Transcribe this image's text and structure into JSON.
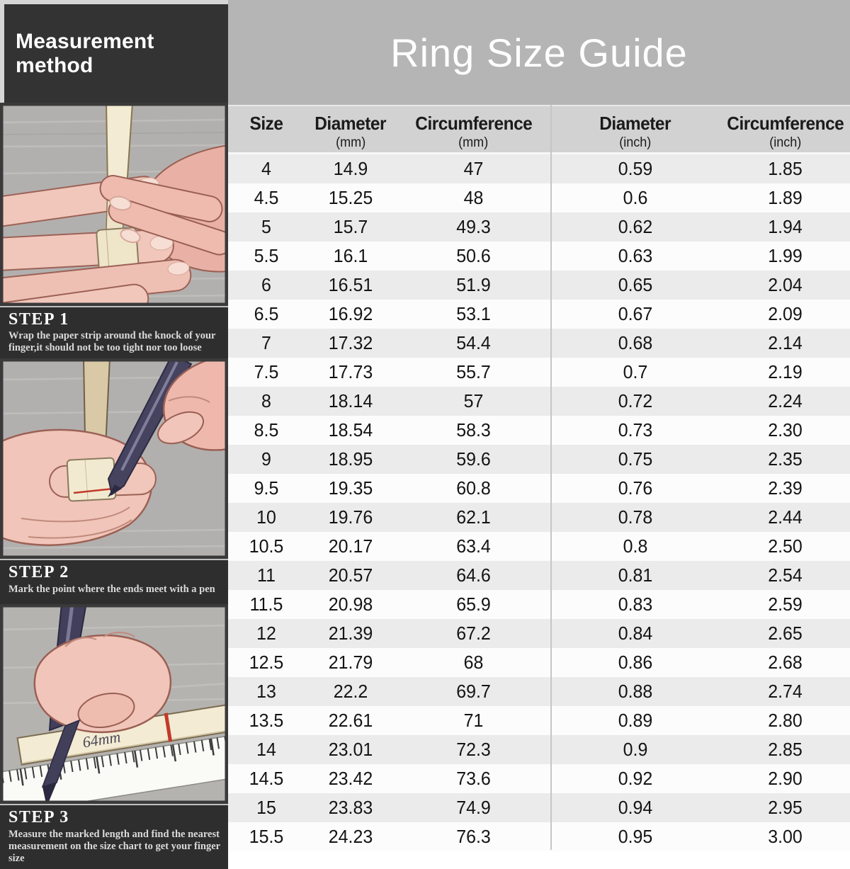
{
  "sidebar": {
    "header": "Measurement method",
    "steps": [
      {
        "title": "STEP 1",
        "text": "Wrap the paper strip around the knock of your finger,it should not be too tight nor too loose"
      },
      {
        "title": "STEP 2",
        "text": "Mark the point where the ends meet with a pen"
      },
      {
        "title": "STEP 3",
        "text": "Measure the marked length and find the nearest measurement on the size chart to get your finger size"
      }
    ],
    "illustrations": [
      {
        "name": "hands-wrapping-paper-strip-illustration",
        "label": ""
      },
      {
        "name": "pen-marking-strip-illustration",
        "label": ""
      },
      {
        "name": "ruler-measuring-strip-illustration",
        "label": "64mm"
      }
    ]
  },
  "main": {
    "title": "Ring Size Guide"
  },
  "table": {
    "headers": [
      {
        "label": "Size",
        "unit": ""
      },
      {
        "label": "Diameter",
        "unit": "(mm)"
      },
      {
        "label": "Circumference",
        "unit": "(mm)"
      },
      {
        "label": "Diameter",
        "unit": "(inch)"
      },
      {
        "label": "Circumference",
        "unit": "(inch)"
      }
    ]
  },
  "chart_data": {
    "type": "table",
    "title": "Ring Size Guide",
    "columns": [
      "Size",
      "Diameter (mm)",
      "Circumference (mm)",
      "Diameter (inch)",
      "Circumference (inch)"
    ],
    "rows": [
      [
        "4",
        "14.9",
        "47",
        "0.59",
        "1.85"
      ],
      [
        "4.5",
        "15.25",
        "48",
        "0.6",
        "1.89"
      ],
      [
        "5",
        "15.7",
        "49.3",
        "0.62",
        "1.94"
      ],
      [
        "5.5",
        "16.1",
        "50.6",
        "0.63",
        "1.99"
      ],
      [
        "6",
        "16.51",
        "51.9",
        "0.65",
        "2.04"
      ],
      [
        "6.5",
        "16.92",
        "53.1",
        "0.67",
        "2.09"
      ],
      [
        "7",
        "17.32",
        "54.4",
        "0.68",
        "2.14"
      ],
      [
        "7.5",
        "17.73",
        "55.7",
        "0.7",
        "2.19"
      ],
      [
        "8",
        "18.14",
        "57",
        "0.72",
        "2.24"
      ],
      [
        "8.5",
        "18.54",
        "58.3",
        "0.73",
        "2.30"
      ],
      [
        "9",
        "18.95",
        "59.6",
        "0.75",
        "2.35"
      ],
      [
        "9.5",
        "19.35",
        "60.8",
        "0.76",
        "2.39"
      ],
      [
        "10",
        "19.76",
        "62.1",
        "0.78",
        "2.44"
      ],
      [
        "10.5",
        "20.17",
        "63.4",
        "0.8",
        "2.50"
      ],
      [
        "11",
        "20.57",
        "64.6",
        "0.81",
        "2.54"
      ],
      [
        "11.5",
        "20.98",
        "65.9",
        "0.83",
        "2.59"
      ],
      [
        "12",
        "21.39",
        "67.2",
        "0.84",
        "2.65"
      ],
      [
        "12.5",
        "21.79",
        "68",
        "0.86",
        "2.68"
      ],
      [
        "13",
        "22.2",
        "69.7",
        "0.88",
        "2.74"
      ],
      [
        "13.5",
        "22.61",
        "71",
        "0.89",
        "2.80"
      ],
      [
        "14",
        "23.01",
        "72.3",
        "0.9",
        "2.85"
      ],
      [
        "14.5",
        "23.42",
        "73.6",
        "0.92",
        "2.90"
      ],
      [
        "15",
        "23.83",
        "74.9",
        "0.94",
        "2.95"
      ],
      [
        "15.5",
        "24.23",
        "76.3",
        "0.95",
        "3.00"
      ]
    ]
  },
  "colors": {
    "title_band": "#b5b5b5",
    "header_row": "#d2d2d2",
    "row_stripe": "#ebebeb",
    "dark_panel": "#2f2f2f",
    "mark_red": "#c2392b",
    "pen_navy": "#45435e",
    "strip_cream": "#f3ebd3"
  }
}
